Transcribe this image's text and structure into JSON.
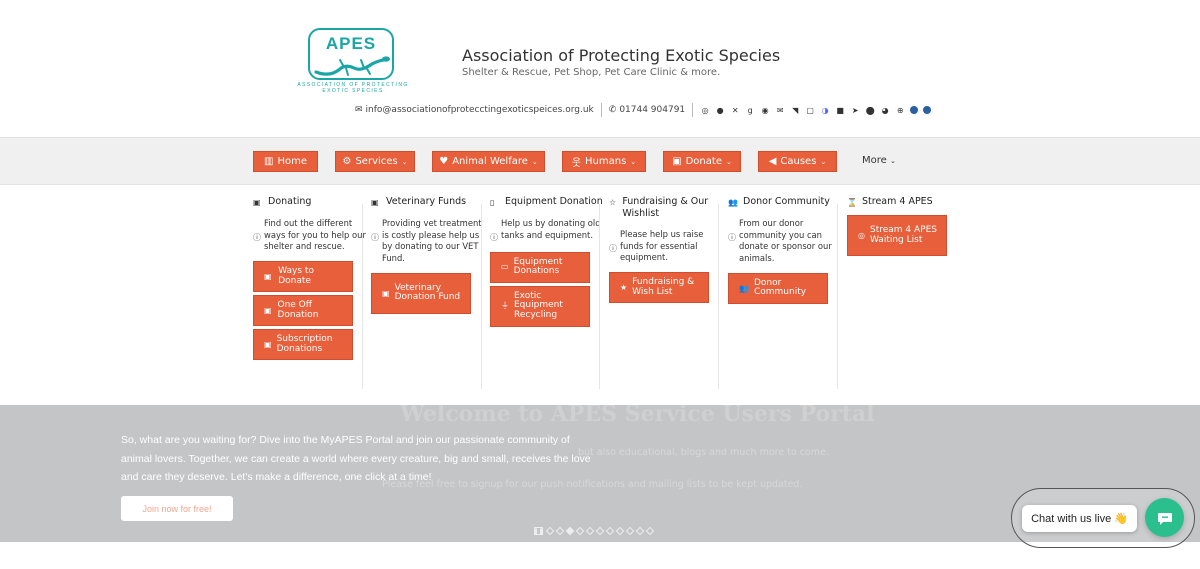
{
  "header": {
    "logo_text": "APES",
    "logo_sub_line1": "ASSOCIATION OF PROTECTING",
    "logo_sub_line2": "EXOTIC SPECIES",
    "title": "Association of Protecting Exotic Species",
    "tagline": "Shelter & Rescue, Pet Shop, Pet Care Clinic & more.",
    "email": "info@associationofprotecctingexoticspeices.org.uk",
    "phone": "01744 904791"
  },
  "nav": {
    "items": [
      {
        "label": "Home",
        "icon": "home-icon",
        "glyph": "▥"
      },
      {
        "label": "Services",
        "icon": "gear-icon",
        "glyph": "⚙",
        "dropdown": true
      },
      {
        "label": "Animal Welfare",
        "icon": "heart-icon",
        "glyph": "♥",
        "dropdown": true
      },
      {
        "label": "Humans",
        "icon": "people-icon",
        "glyph": "웃",
        "dropdown": true
      },
      {
        "label": "Donate",
        "icon": "money-icon",
        "glyph": "▣",
        "dropdown": true
      },
      {
        "label": "Causes",
        "icon": "megaphone-icon",
        "glyph": "📢",
        "dropdown": true
      }
    ],
    "more_label": "More"
  },
  "mega": {
    "columns": [
      {
        "title": "Donating",
        "desc": "Find out the different ways for you to help our shelter and rescue.",
        "buttons": [
          {
            "label": "Ways to Donate"
          },
          {
            "label": "One Off Donation"
          },
          {
            "label": "Subscription Donations"
          }
        ]
      },
      {
        "title": "Veterinary Funds",
        "desc": "Providing vet treatment is costly please help us by donating to our VET Fund.",
        "buttons": [
          {
            "label": "Veterinary Donation Fund"
          }
        ]
      },
      {
        "title": "Equipment Donation",
        "desc": "Help us by donating old tanks and equipment.",
        "buttons": [
          {
            "label": "Equipment Donations"
          },
          {
            "label": "Exotic Equipment Recycling"
          }
        ]
      },
      {
        "title": "Fundraising & Our Wishlist",
        "desc": "Please help us raise funds for essential equipment.",
        "buttons": [
          {
            "label": "Fundraising & Wish List"
          }
        ]
      },
      {
        "title": "Donor Community",
        "desc": "From our donor community you can donate or sponsor our animals.",
        "buttons": [
          {
            "label": "Donor Community"
          }
        ]
      },
      {
        "title": "Stream 4 APES",
        "desc": "",
        "buttons": [
          {
            "label": "Stream 4 APES Waiting List"
          }
        ]
      }
    ]
  },
  "hero": {
    "title": "Welcome to APES Service Users Portal",
    "body": "So, what are you waiting for? Dive into the MyAPES Portal and join our passionate community of animal lovers. Together, we can create a world where every creature, big and small, receives the love and care they deserve. Let's make a difference, one click at a time!",
    "ghost_line1": "but also educational, blogs and much more to come.",
    "ghost_line2": "Please feel free to signup for our push notifications and mailing lists to be kept updated.",
    "join_label": "Join now for free!"
  },
  "chat": {
    "label": "Chat with us live",
    "emoji": "👋"
  },
  "colors": {
    "accent": "#e85f3c",
    "teal": "#1aa6a6",
    "chat": "#2bbf8e",
    "hero_bg": "#c4c5c6"
  }
}
